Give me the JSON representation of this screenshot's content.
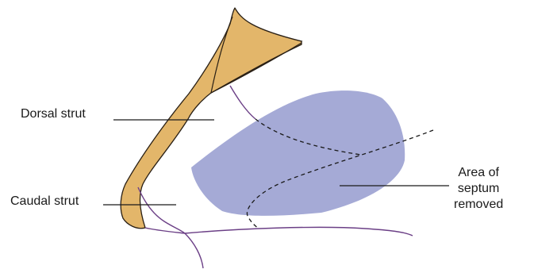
{
  "labels": {
    "dorsal_strut": "Dorsal strut",
    "caudal_strut": "Caudal strut",
    "area_removed": [
      "Area of",
      "septum",
      "removed"
    ]
  },
  "colors": {
    "strut_fill": "#E3B66A",
    "strut_stroke": "#2a2015",
    "bone_fill": "#EFDDB6",
    "bone_texture": "#C9A672",
    "septum_removed_fill": "#A5AAD6",
    "cartilage_line": "#6B3F86",
    "leader_line": "#1a1a1a"
  }
}
